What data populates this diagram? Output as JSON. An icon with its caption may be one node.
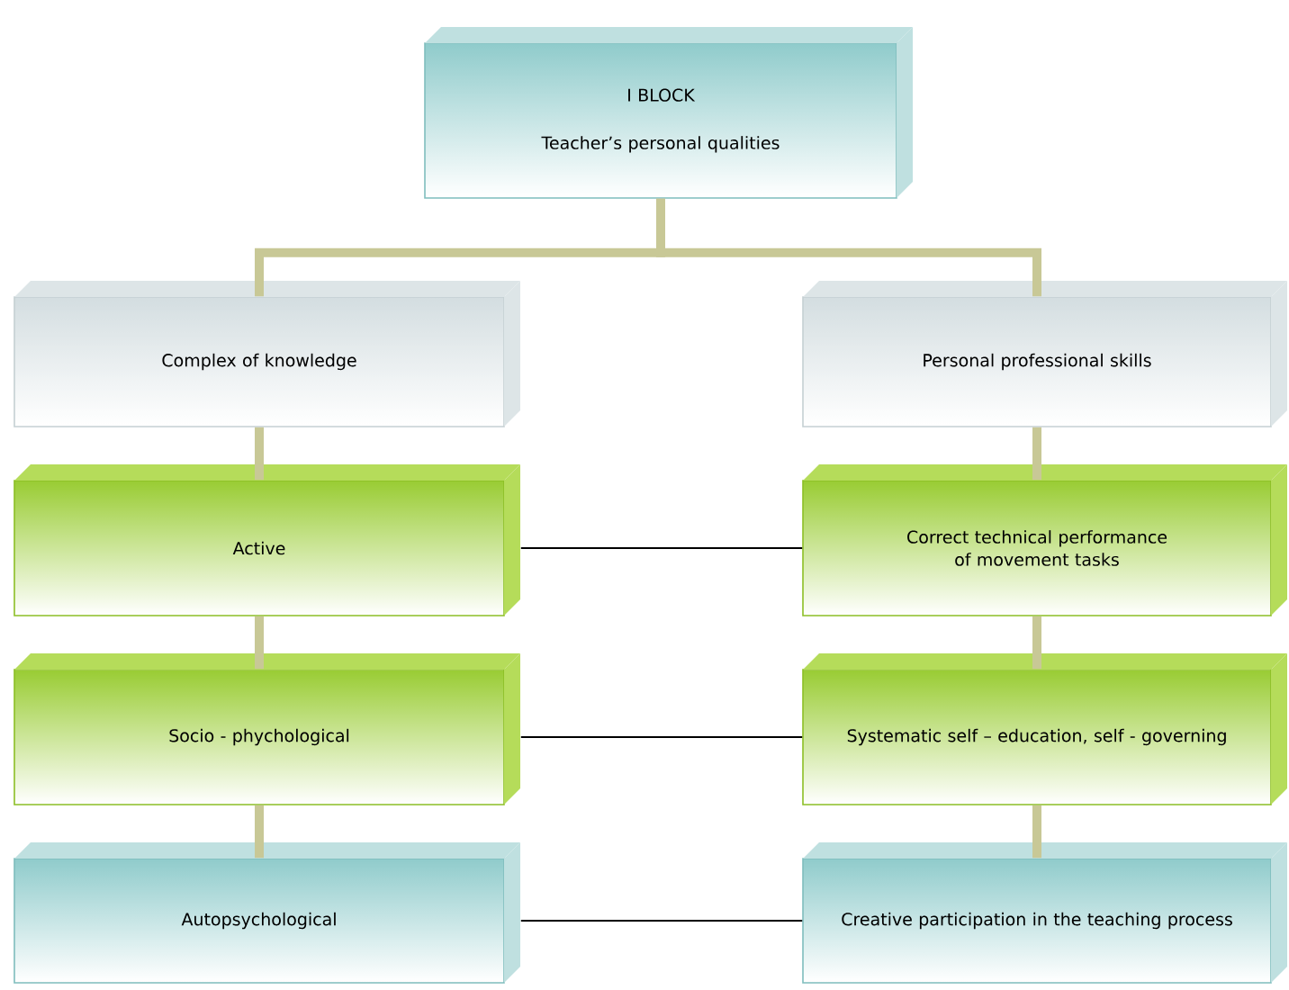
{
  "diagram": {
    "nodes": [
      {
        "text": [
          "I BLOCK",
          "Teacher’s personal qualities"
        ]
      },
      {
        "text": [
          "Complex of knowledge"
        ]
      },
      {
        "text": [
          "Personal professional skills"
        ]
      },
      {
        "text": [
          "Active"
        ]
      },
      {
        "text": [
          "Correct technical performance of movement tasks"
        ]
      },
      {
        "text": [
          "Socio - phychological"
        ]
      },
      {
        "text": [
          "Systematic self – education, self - governing"
        ]
      },
      {
        "text": [
          "Autopsychological"
        ]
      },
      {
        "text": [
          "Creative participation in the teaching process"
        ]
      }
    ],
    "edges": [
      {
        "from": 0,
        "to": 1,
        "arrow": "none"
      },
      {
        "from": 0,
        "to": 2,
        "arrow": "none"
      },
      {
        "from": 1,
        "to": 3,
        "arrow": "none"
      },
      {
        "from": 3,
        "to": 5,
        "arrow": "none"
      },
      {
        "from": 5,
        "to": 7,
        "arrow": "none"
      },
      {
        "from": 2,
        "to": 4,
        "arrow": "none"
      },
      {
        "from": 4,
        "to": 6,
        "arrow": "none"
      },
      {
        "from": 6,
        "to": 8,
        "arrow": "none"
      },
      {
        "from": 3,
        "to": 4,
        "arrow": "none",
        "color": "#000000"
      },
      {
        "from": 5,
        "to": 6,
        "arrow": "none",
        "color": "#000000"
      },
      {
        "from": 7,
        "to": 8,
        "arrow": "none",
        "color": "#000000"
      }
    ]
  }
}
